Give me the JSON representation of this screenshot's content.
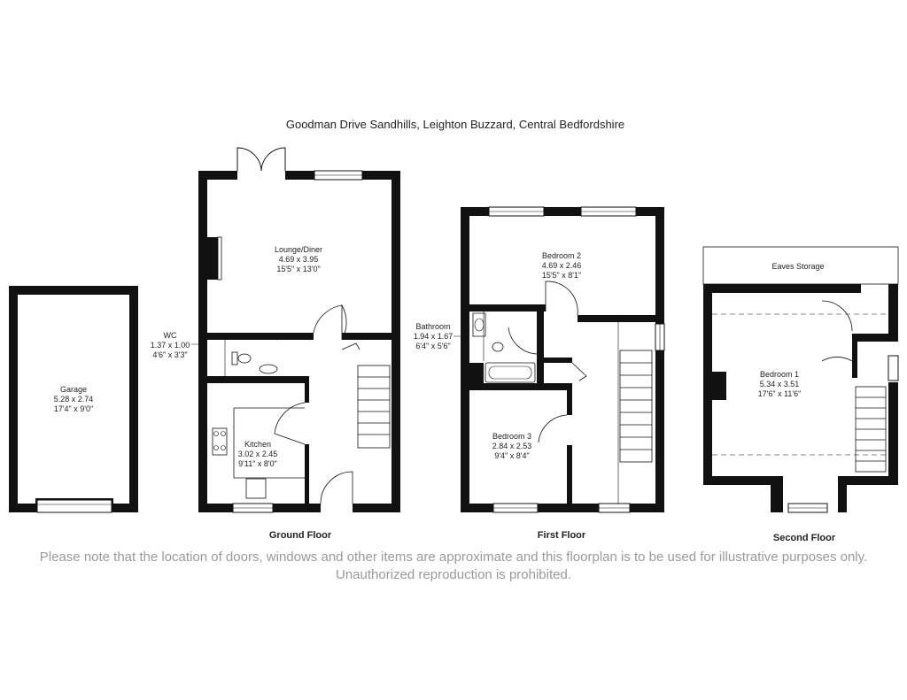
{
  "title": "Goodman Drive Sandhills, Leighton Buzzard, Central Bedfordshire",
  "rooms": {
    "garage": {
      "name": "Garage",
      "metric": "5.28 x 2.74",
      "imperial": "17'4\" x 9'0\""
    },
    "lounge": {
      "name": "Lounge/Diner",
      "metric": "4.69 x 3.95",
      "imperial": "15'5\" x 13'0\""
    },
    "wc": {
      "name": "WC",
      "metric": "1.37 x 1.00",
      "imperial": "4'6\" x 3'3\""
    },
    "kitchen": {
      "name": "Kitchen",
      "metric": "3.02 x 2.45",
      "imperial": "9'11\" x 8'0\""
    },
    "bedroom2": {
      "name": "Bedroom 2",
      "metric": "4.69 x 2.46",
      "imperial": "15'5\" x 8'1\""
    },
    "bathroom": {
      "name": "Bathroom",
      "metric": "1.94 x 1.67",
      "imperial": "6'4\" x 5'6\""
    },
    "bedroom3": {
      "name": "Bedroom 3",
      "metric": "2.84 x 2.53",
      "imperial": "9'4\" x 8'4\""
    },
    "eaves": {
      "name": "Eaves Storage"
    },
    "bedroom1": {
      "name": "Bedroom 1",
      "metric": "5.34 x 3.51",
      "imperial": "17'6\" x 11'6\""
    }
  },
  "floors": {
    "ground": "Ground Floor",
    "first": "First Floor",
    "second": "Second Floor"
  },
  "disclaimer": "Please note that the location of doors, windows and other items are approximate and this floorplan is to be used for illustrative purposes only. Unauthorized reproduction is prohibited."
}
